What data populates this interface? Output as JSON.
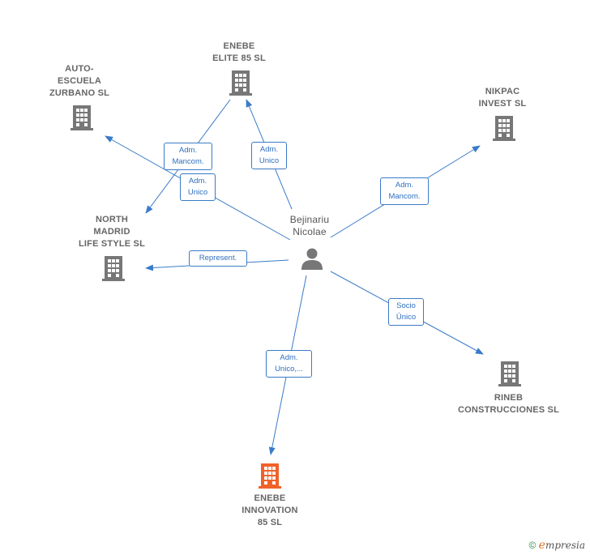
{
  "person": {
    "name": "Bejinariu\nNicolae",
    "icon": "person-icon"
  },
  "companies": {
    "enebe_elite": {
      "name": "ENEBE\nELITE 85  SL",
      "icon": "building-icon",
      "color": "#777777"
    },
    "auto_escuela": {
      "name": "AUTO-\nESCUELA\nZURBANO SL",
      "icon": "building-icon",
      "color": "#777777"
    },
    "nikpac": {
      "name": "NIKPAC\nINVEST  SL",
      "icon": "building-icon",
      "color": "#777777"
    },
    "north_madrid": {
      "name": "NORTH\nMADRID\nLIFE STYLE  SL",
      "icon": "building-icon",
      "color": "#777777"
    },
    "rineb": {
      "name": "RINEB\nCONSTRUCCIONES SL",
      "icon": "building-icon",
      "color": "#777777"
    },
    "enebe_innovation": {
      "name": "ENEBE\nINNOVATION\n85  SL",
      "icon": "building-icon",
      "color": "#f0622a"
    }
  },
  "edges": {
    "adm_mancom_1": "Adm.\nMancom.",
    "adm_unico_elite": "Adm.\nUnico",
    "adm_unico_north": "Adm.\nUnico",
    "adm_mancom_nikpac": "Adm.\nMancom.",
    "represent": "Represent.",
    "socio_unico": "Socio\nÚnico",
    "adm_unico_innovation": "Adm.\nUnico,..."
  },
  "colors": {
    "edge": "#3a7bc8",
    "node": "#777777",
    "focus": "#f0622a"
  },
  "watermark": {
    "symbol": "©",
    "brand_e": "e",
    "brand_rest": "mpresia"
  }
}
